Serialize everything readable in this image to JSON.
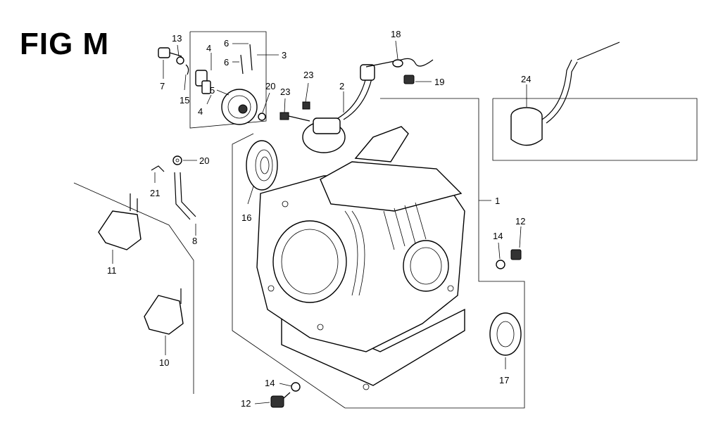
{
  "figure": {
    "title": "FIG M"
  },
  "callouts": {
    "c1": "1",
    "c2": "2",
    "c3": "3",
    "c4a": "4",
    "c4b": "4",
    "c5": "5",
    "c6a": "6",
    "c6b": "6",
    "c7": "7",
    "c8": "8",
    "c10": "10",
    "c11": "11",
    "c12a": "12",
    "c12b": "12",
    "c13": "13",
    "c14a": "14",
    "c14b": "14",
    "c15": "15",
    "c16": "16",
    "c17": "17",
    "c18": "18",
    "c19": "19",
    "c20a": "20",
    "c20b": "20",
    "c21": "21",
    "c23a": "23",
    "c23b": "23",
    "c24": "24"
  }
}
